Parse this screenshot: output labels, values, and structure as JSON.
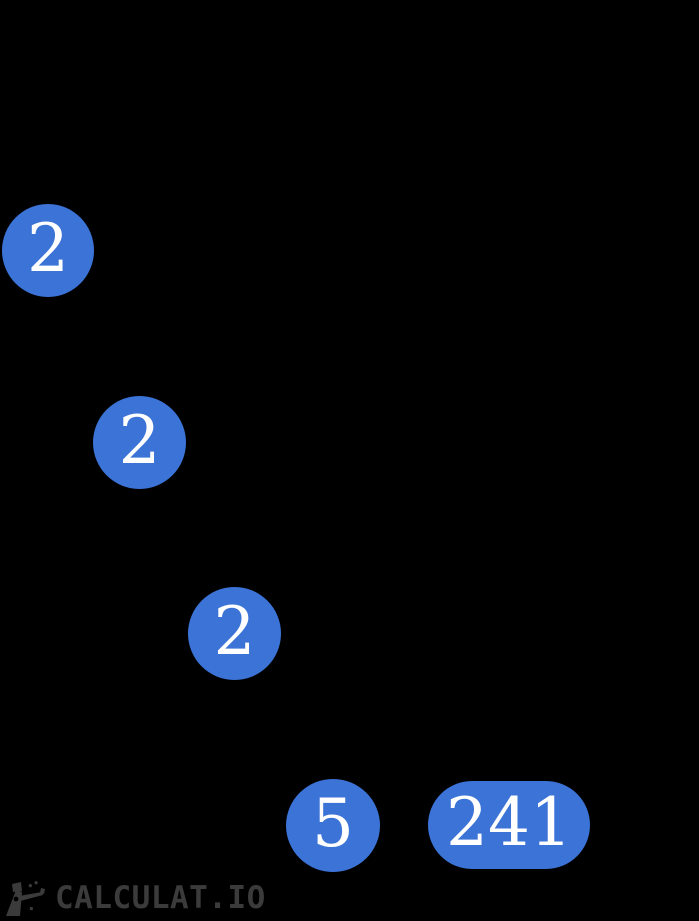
{
  "diagram": {
    "type": "prime-factor-tree",
    "background_color": "#000000",
    "node_fill_color": "#3b73d7",
    "node_text_color": "#ffffff",
    "visible_nodes": [
      {
        "id": "node-2a",
        "label": "2",
        "shape": "circle"
      },
      {
        "id": "node-2b",
        "label": "2",
        "shape": "circle"
      },
      {
        "id": "node-2c",
        "label": "2",
        "shape": "circle"
      },
      {
        "id": "node-5",
        "label": "5",
        "shape": "circle"
      },
      {
        "id": "node-241",
        "label": "241",
        "shape": "pill"
      }
    ]
  },
  "watermark": {
    "text": "CALCULAT.IO",
    "color": "#3b3b3b",
    "logo_icon": "hitchhiker-robot-icon"
  }
}
